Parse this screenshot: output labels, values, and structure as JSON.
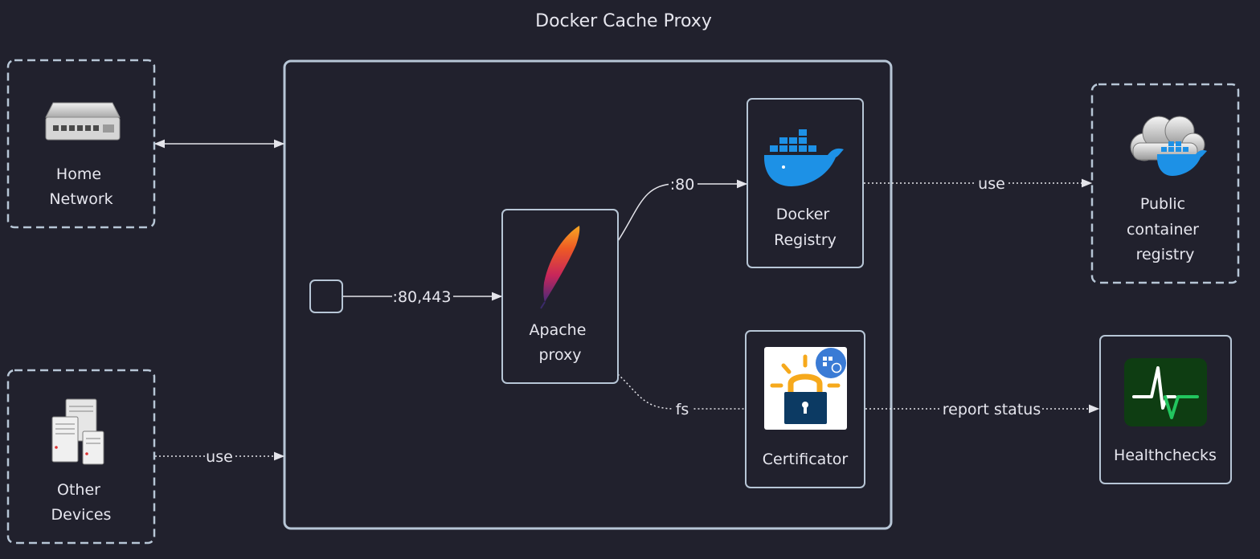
{
  "title": "Docker Cache Proxy",
  "nodes": {
    "home_network": {
      "label_lines": [
        "Home",
        "Network"
      ],
      "icon": "network-switch-icon",
      "style": "dashed"
    },
    "other_devices": {
      "label_lines": [
        "Other",
        "Devices"
      ],
      "icon": "servers-icon",
      "style": "dashed"
    },
    "entry_port": {
      "label_lines": [],
      "style": "solid"
    },
    "apache_proxy": {
      "label_lines": [
        "Apache",
        "proxy"
      ],
      "icon": "apache-feather-icon",
      "style": "solid"
    },
    "docker_registry": {
      "label_lines": [
        "Docker",
        "Registry"
      ],
      "icon": "docker-whale-icon",
      "style": "solid"
    },
    "certificator": {
      "label_lines": [
        "Certificator"
      ],
      "icon": "letsencrypt-lock-icon",
      "style": "solid"
    },
    "public_registry": {
      "label_lines": [
        "Public",
        "container",
        "registry"
      ],
      "icon": "cloud-docker-icon",
      "style": "dashed"
    },
    "healthchecks": {
      "label_lines": [
        "Healthchecks"
      ],
      "icon": "heartbeat-icon",
      "style": "solid"
    }
  },
  "edges": {
    "home_to_group": {
      "label": "",
      "style": "solid",
      "direction": "both"
    },
    "devices_to_group": {
      "label": "use",
      "style": "dotted",
      "direction": "forward"
    },
    "port_to_apache": {
      "label": ":80,443",
      "style": "solid",
      "direction": "forward"
    },
    "apache_to_registry": {
      "label": ":80",
      "style": "solid",
      "direction": "forward"
    },
    "apache_to_certificator": {
      "label": "fs",
      "style": "dotted",
      "direction": "none"
    },
    "registry_to_public": {
      "label": "use",
      "style": "dotted",
      "direction": "forward"
    },
    "certificator_to_healthchecks": {
      "label": "report status",
      "style": "dotted",
      "direction": "forward"
    }
  },
  "colors": {
    "background": "#21212d",
    "border": "#b7c6d6",
    "edge": "#e4e4ea",
    "text": "#e6e6ee",
    "docker_blue": "#1d91e6",
    "letsencrypt_yellow": "#f6a91c",
    "letsencrypt_navy": "#0c3a63",
    "health_green": "#22c55e"
  }
}
